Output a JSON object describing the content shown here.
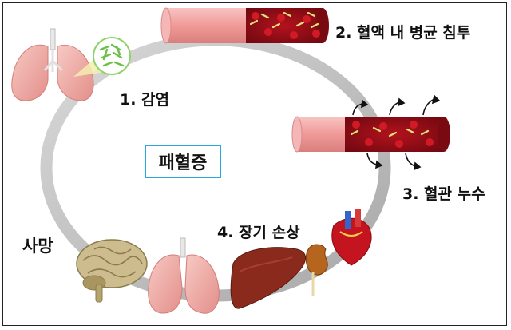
{
  "diagram": {
    "title": "패혈증",
    "stages": [
      {
        "label": "1. 감염"
      },
      {
        "label": "2. 혈액 내 병균 침투"
      },
      {
        "label": "3. 혈관 누수"
      },
      {
        "label": "4. 장기 손상"
      },
      {
        "label": "사망"
      }
    ],
    "colors": {
      "vessel_outer": "#f2a8a8",
      "blood": "#9a0a14",
      "bacteria": "#8fd26b",
      "ring": "#c4c4c4",
      "title_border": "#2aa7e0",
      "lung": "#f3b2ad",
      "liver": "#8a2a1c",
      "brain": "#c9b98a"
    }
  }
}
